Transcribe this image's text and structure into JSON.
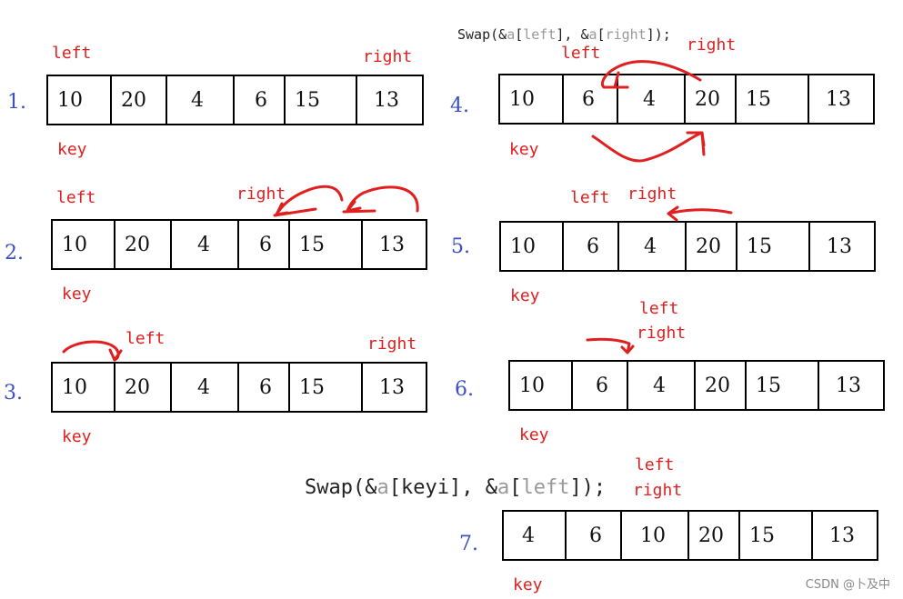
{
  "watermark": "CSDN @卜及中",
  "colors": {
    "label": "#e02020",
    "step": "#3b4fc4",
    "arrow": "#e02020",
    "border": "#000000"
  },
  "code": {
    "swap4": {
      "prefix": "Swap(&",
      "a1": "a",
      "mid1": "[",
      "left": "left",
      "mid2": "], &",
      "a2": "a",
      "mid3": "[",
      "right": "right",
      "suffix": "]);"
    },
    "swap7": {
      "prefix": "Swap(&",
      "a1": "a",
      "mid1": "[keyi], &",
      "a2": "a",
      "mid2": "[",
      "left": "left",
      "suffix": "]);"
    }
  },
  "steps": [
    {
      "num": "1.",
      "cells": [
        "10",
        "20",
        "4",
        "6",
        "15",
        "13"
      ],
      "labels": {
        "left": "left",
        "right": "right",
        "key": "key"
      }
    },
    {
      "num": "2.",
      "cells": [
        "10",
        "20",
        "4",
        "6",
        "15",
        "13"
      ],
      "labels": {
        "left": "left",
        "right": "right",
        "key": "key"
      }
    },
    {
      "num": "3.",
      "cells": [
        "10",
        "20",
        "4",
        "6",
        "15",
        "13"
      ],
      "labels": {
        "left": "left",
        "right": "right",
        "key": "key"
      }
    },
    {
      "num": "4.",
      "cells": [
        "10",
        "6",
        "4",
        "20",
        "15",
        "13"
      ],
      "labels": {
        "left": "left",
        "right": "right",
        "key": "key"
      }
    },
    {
      "num": "5.",
      "cells": [
        "10",
        "6",
        "4",
        "20",
        "15",
        "13"
      ],
      "labels": {
        "left": "left",
        "right": "right",
        "key": "key"
      }
    },
    {
      "num": "6.",
      "cells": [
        "10",
        "6",
        "4",
        "20",
        "15",
        "13"
      ],
      "labels": {
        "left": "left",
        "right": "right",
        "key": "key"
      }
    },
    {
      "num": "7.",
      "cells": [
        "4",
        "6",
        "10",
        "20",
        "15",
        "13"
      ],
      "labels": {
        "left": "left",
        "right": "right",
        "key": "key"
      }
    }
  ]
}
